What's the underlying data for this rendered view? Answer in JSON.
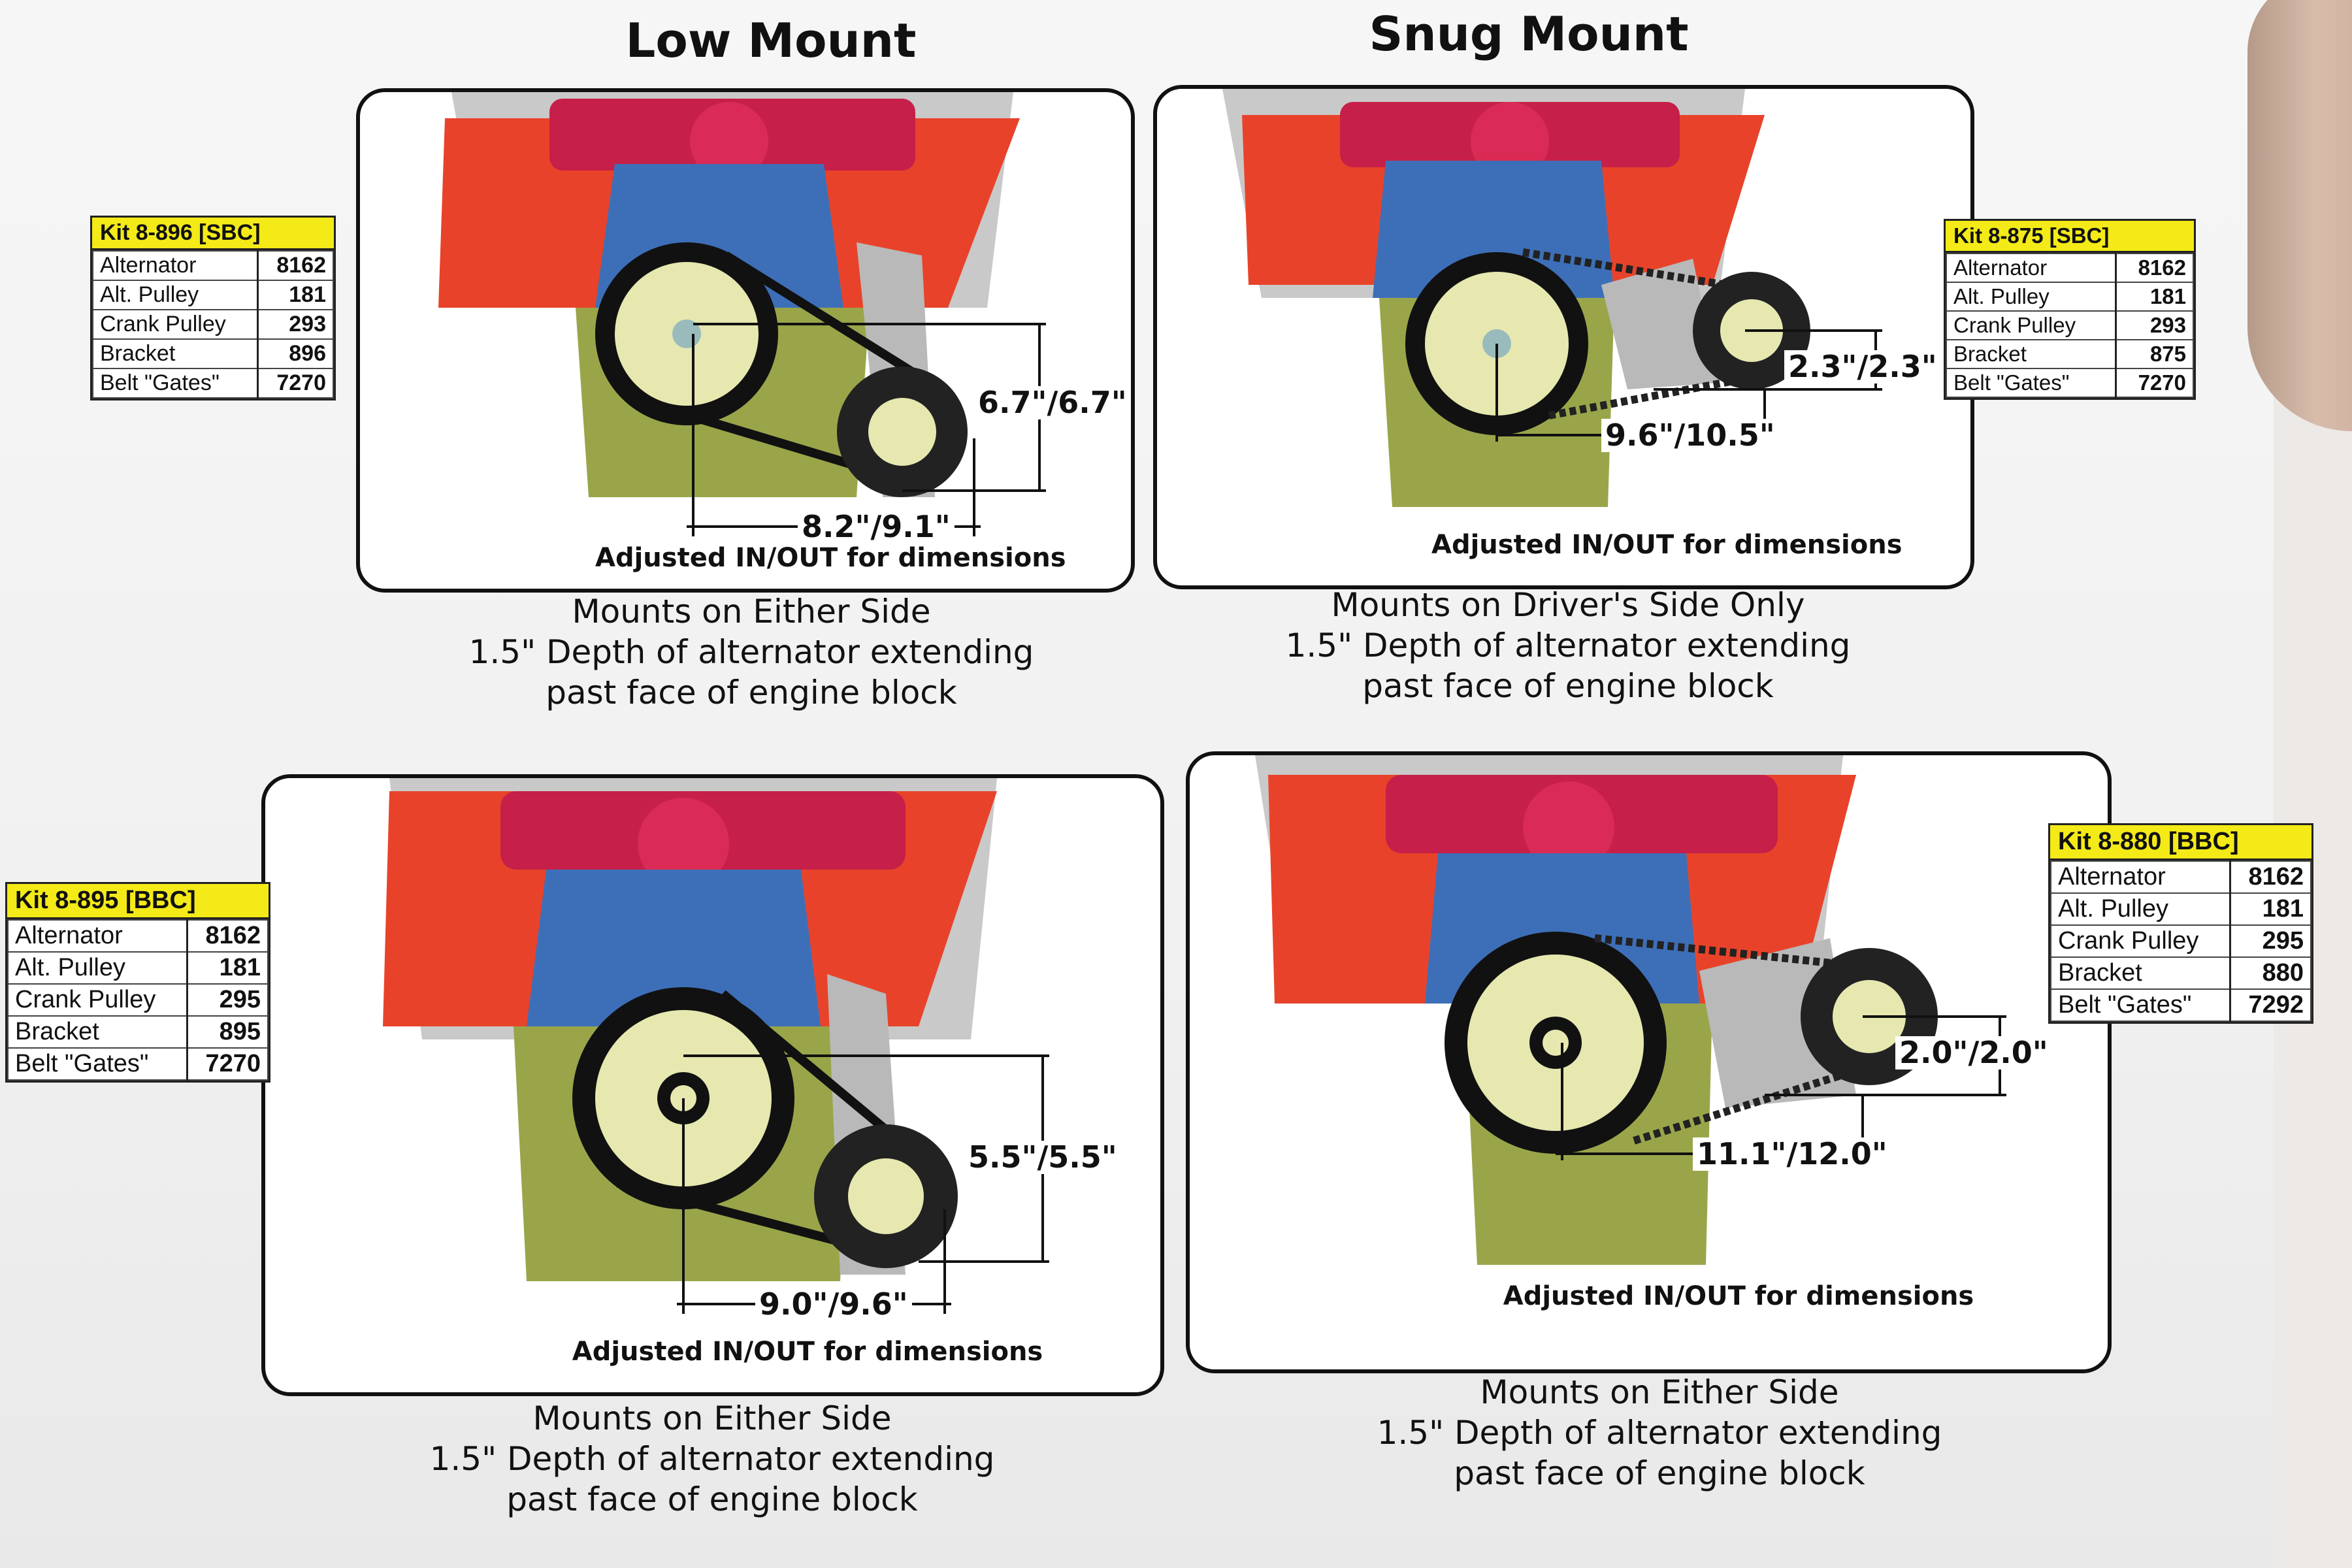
{
  "headers": {
    "low_mount": "Low Mount",
    "snug_mount": "Snug Mount"
  },
  "panels": [
    {
      "id": "low-sbc",
      "dim_vertical": "6.7\"/6.7\"",
      "dim_horizontal": "8.2\"/9.1\"",
      "adjust_note": "Adjusted IN/OUT for dimensions",
      "caption": [
        "Mounts on Either Side",
        "1.5\" Depth of alternator extending",
        "past face of engine block"
      ]
    },
    {
      "id": "snug-sbc",
      "dim_vertical": "2.3\"/2.3\"",
      "dim_horizontal": "9.6\"/10.5\"",
      "adjust_note": "Adjusted IN/OUT for dimensions",
      "caption": [
        "Mounts on Driver's Side Only",
        "1.5\" Depth of alternator extending",
        "past face of engine block"
      ]
    },
    {
      "id": "low-bbc",
      "dim_vertical": "5.5\"/5.5\"",
      "dim_horizontal": "9.0\"/9.6\"",
      "adjust_note": "Adjusted IN/OUT for dimensions",
      "caption": [
        "Mounts on Either Side",
        "1.5\" Depth of alternator extending",
        "past face of engine block"
      ]
    },
    {
      "id": "snug-bbc",
      "dim_vertical": "2.0\"/2.0\"",
      "dim_horizontal": "11.1\"/12.0\"",
      "adjust_note": "Adjusted IN/OUT for dimensions",
      "caption": [
        "Mounts on Either Side",
        "1.5\" Depth of alternator extending",
        "past face of engine block"
      ]
    }
  ],
  "kits": [
    {
      "title": "Kit 8-896 [SBC]",
      "rows": [
        {
          "part": "Alternator",
          "value": "8162"
        },
        {
          "part": "Alt. Pulley",
          "value": "181"
        },
        {
          "part": "Crank Pulley",
          "value": "293"
        },
        {
          "part": "Bracket",
          "value": "896"
        },
        {
          "part": "Belt \"Gates\"",
          "value": "7270"
        }
      ]
    },
    {
      "title": "Kit 8-875 [SBC]",
      "rows": [
        {
          "part": "Alternator",
          "value": "8162"
        },
        {
          "part": "Alt. Pulley",
          "value": "181"
        },
        {
          "part": "Crank Pulley",
          "value": "293"
        },
        {
          "part": "Bracket",
          "value": "875"
        },
        {
          "part": "Belt \"Gates\"",
          "value": "7270"
        }
      ]
    },
    {
      "title": "Kit 8-895 [BBC]",
      "rows": [
        {
          "part": "Alternator",
          "value": "8162"
        },
        {
          "part": "Alt. Pulley",
          "value": "181"
        },
        {
          "part": "Crank Pulley",
          "value": "295"
        },
        {
          "part": "Bracket",
          "value": "895"
        },
        {
          "part": "Belt \"Gates\"",
          "value": "7270"
        }
      ]
    },
    {
      "title": "Kit 8-880 [BBC]",
      "rows": [
        {
          "part": "Alternator",
          "value": "8162"
        },
        {
          "part": "Alt. Pulley",
          "value": "181"
        },
        {
          "part": "Crank Pulley",
          "value": "295"
        },
        {
          "part": "Bracket",
          "value": "880"
        },
        {
          "part": "Belt \"Gates\"",
          "value": "7292"
        }
      ]
    }
  ],
  "colors": {
    "engine_head": "#e8432a",
    "timing_cover": "#3d6fb8",
    "oil_pan": "#9aa54a",
    "pulley": "#e6e8b0",
    "kit_header": "#f3ea18",
    "intake": "#c61f4a"
  }
}
